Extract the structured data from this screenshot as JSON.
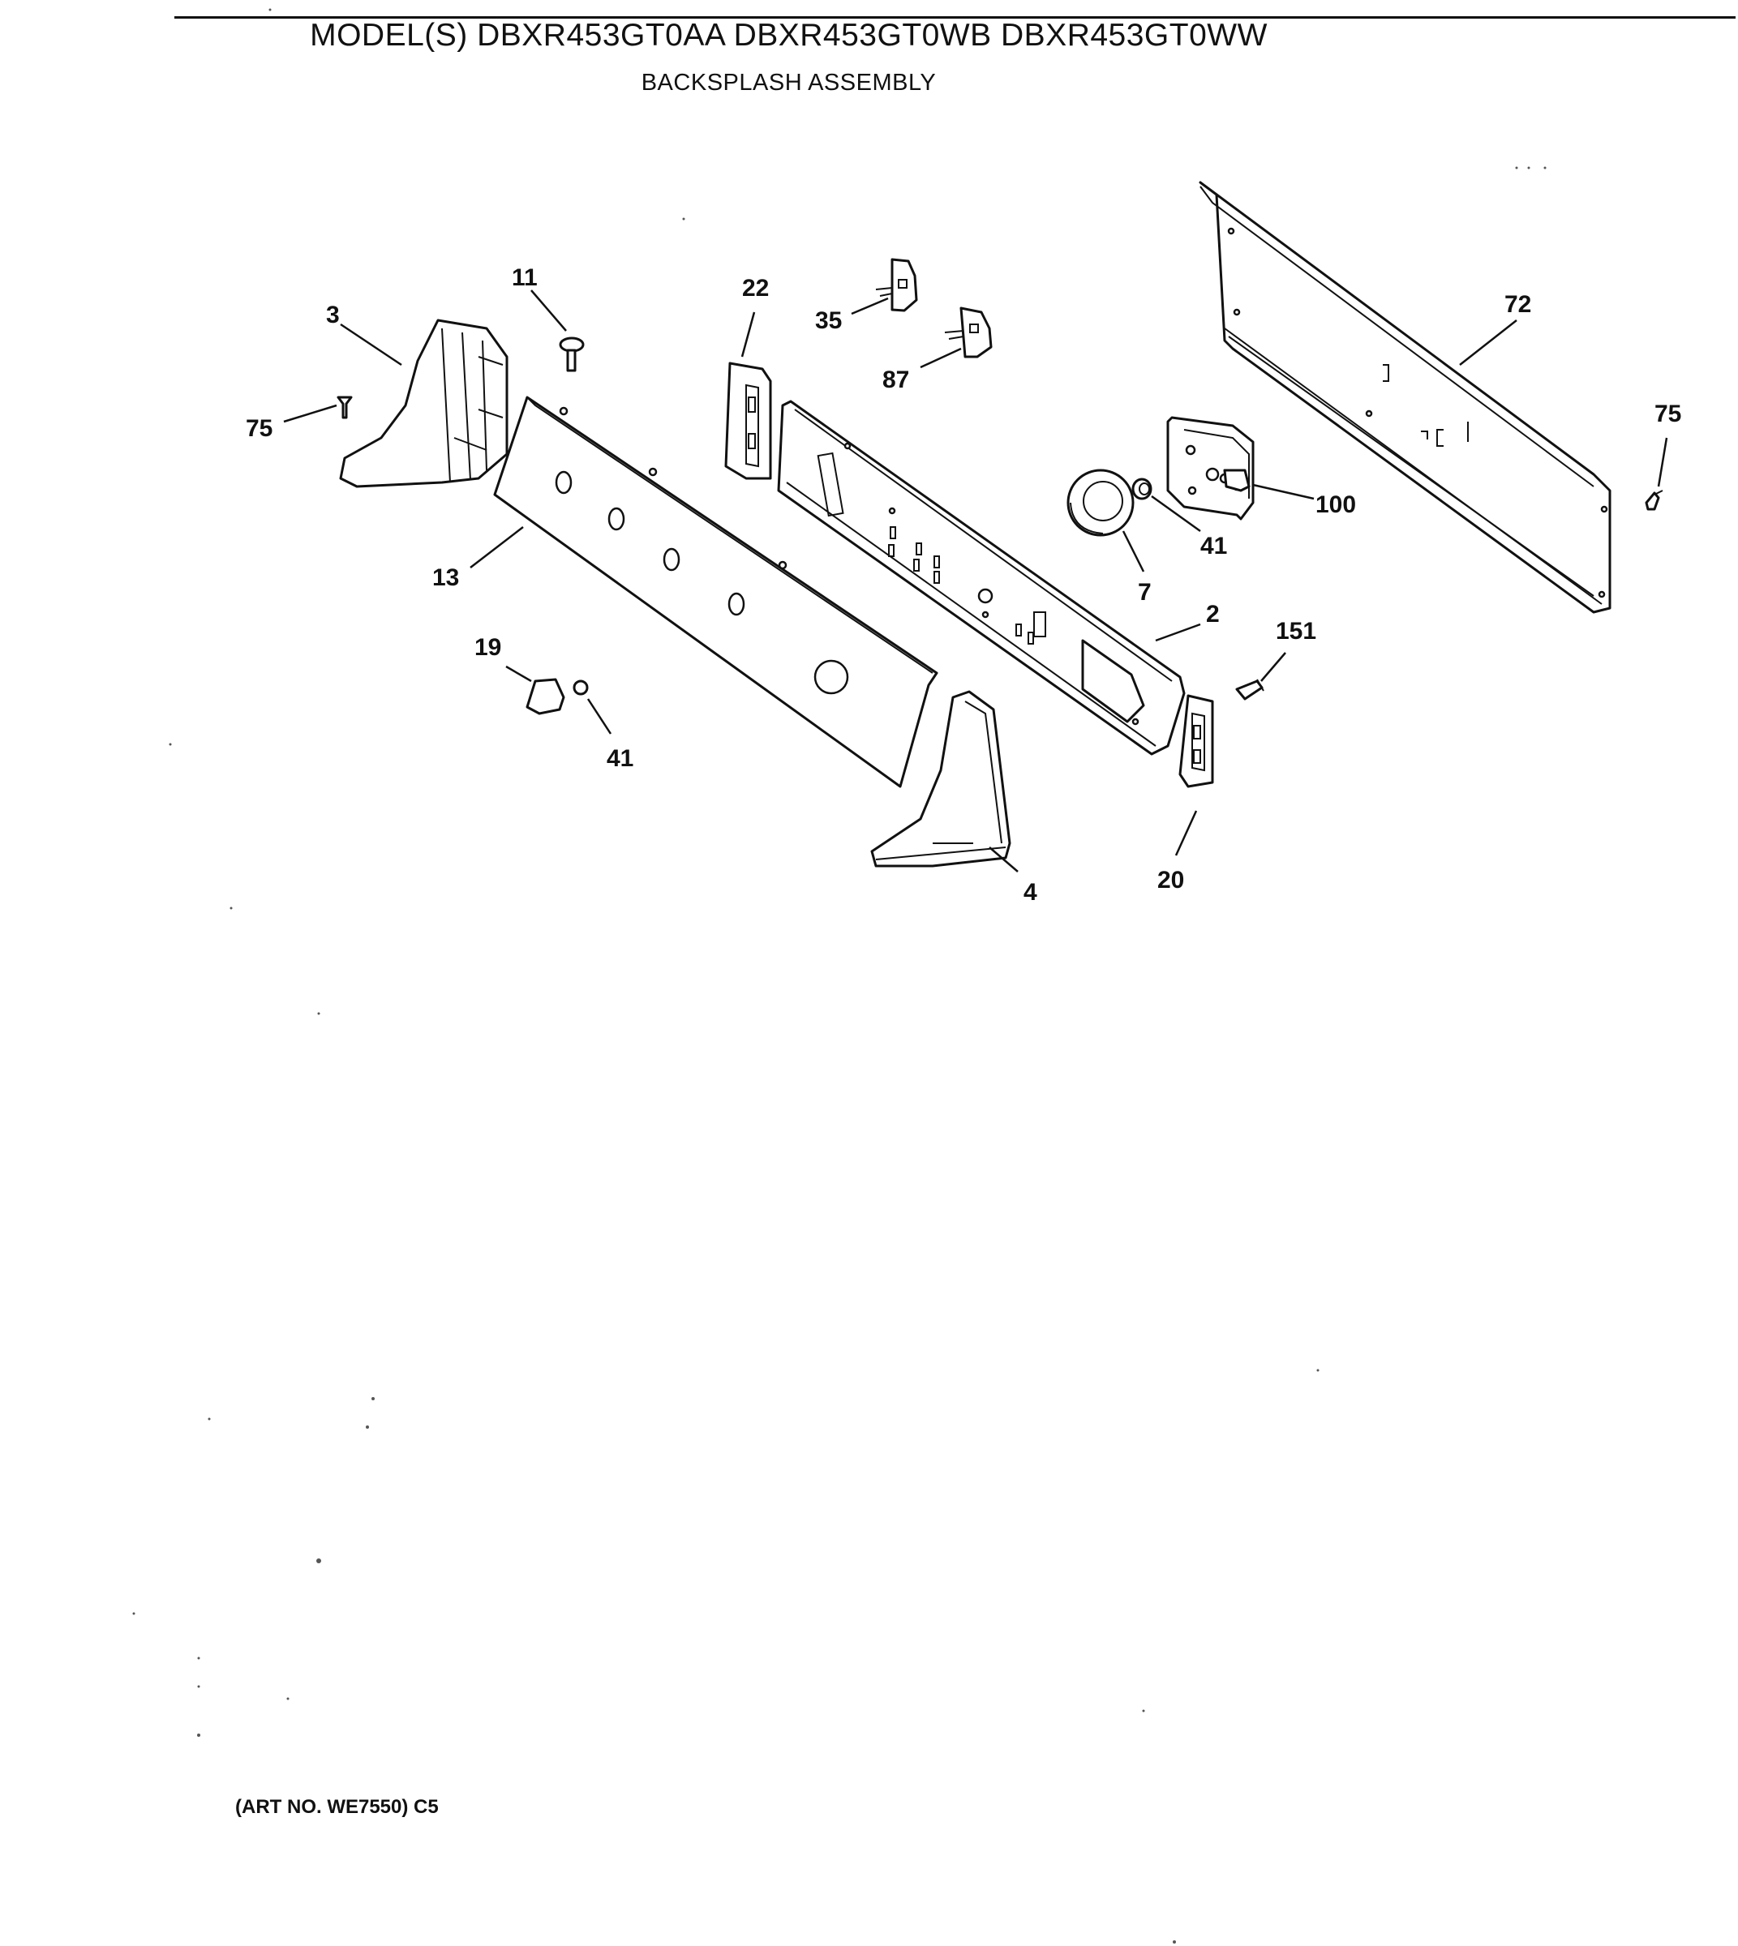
{
  "header": {
    "title": "MODEL(S) DBXR453GT0AA DBXR453GT0WB DBXR453GT0WW",
    "subtitle": "BACKSPLASH ASSEMBLY"
  },
  "footer": {
    "art_no": "(ART NO. WE7550) C5"
  },
  "callouts": {
    "c3": "3",
    "c11": "11",
    "c75_left": "75",
    "c13": "13",
    "c22": "22",
    "c35": "35",
    "c87": "87",
    "c72": "72",
    "c75_right": "75",
    "c100": "100",
    "c41_right": "41",
    "c7": "7",
    "c2": "2",
    "c151": "151",
    "c19": "19",
    "c41_left": "41",
    "c4": "4",
    "c20": "20"
  }
}
